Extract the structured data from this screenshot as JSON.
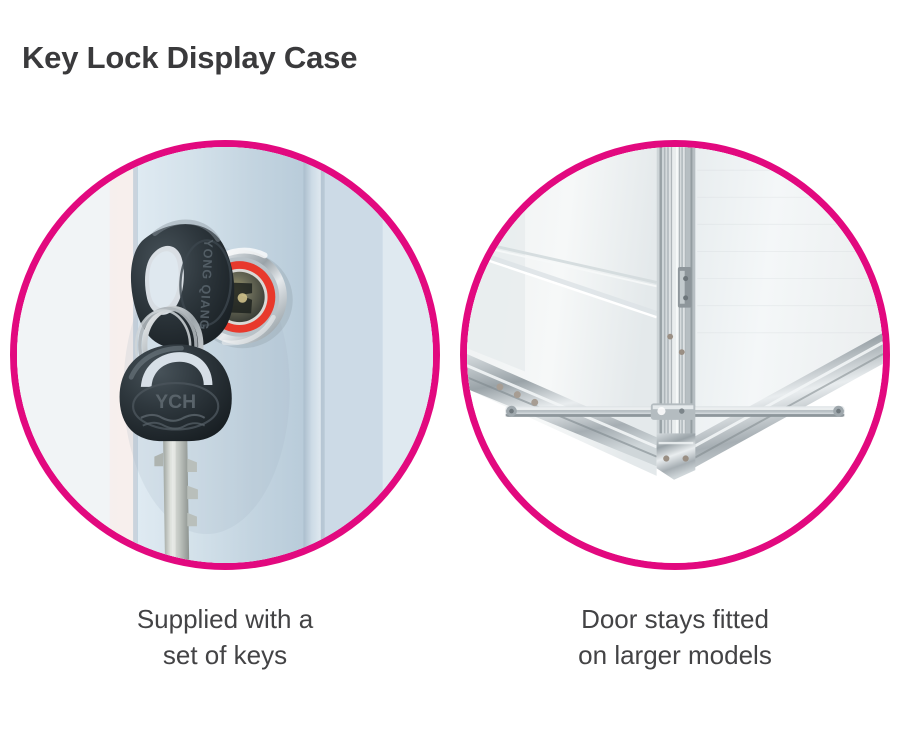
{
  "page": {
    "title": "Key Lock Display Case",
    "background_color": "#ffffff",
    "title_color": "#3a3a3c",
    "accent_color": "#e2097f",
    "caption_color": "#434345"
  },
  "features": [
    {
      "id": "key-lock",
      "image_alt": "Close-up photograph of a chrome key lock barrel on a pale blue display case door, with two black-headed keys on a split ring inserted in the lock",
      "image_details": {
        "lock_bezel_color": "#c9cfd4",
        "lock_accent_ring_color": "#e8392c",
        "key_head_color": "#2a3338",
        "key_blade_color": "#c8ccc9",
        "door_panel_color": "#d7e3ec",
        "upper_key_embossed_text": "YONG QIANG",
        "lower_key_embossed_text": "YCH"
      },
      "caption_lines": [
        "Supplied with a",
        "set of keys"
      ]
    },
    {
      "id": "door-stay",
      "image_alt": "Photograph of an open display case corner showing aluminium frame profiles meeting at a V, white backing panels and a horizontal door stay bar",
      "image_details": {
        "frame_color": "#b9c0c4",
        "panel_color": "#f2f4f5",
        "stay_bar_color": "#b0b7bb",
        "hinge_color": "#8e969b"
      },
      "caption_lines": [
        "Door stays fitted",
        "on larger models"
      ]
    }
  ]
}
